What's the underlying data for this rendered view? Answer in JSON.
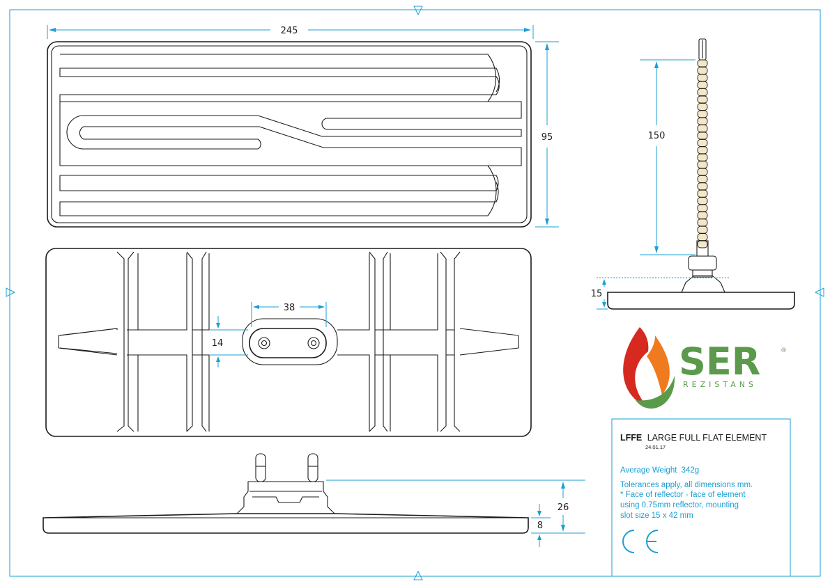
{
  "drawing": {
    "dimensions": {
      "length": "245",
      "width": "95",
      "stem_height": "150",
      "base_height": "15",
      "slot_length": "38",
      "slot_width": "14",
      "total_height": "26",
      "plate_thickness": "8"
    }
  },
  "logo": {
    "brand": "SER",
    "subtitle": "REZISTANS",
    "registered": "®",
    "colors": {
      "green": "#5a9a4a",
      "red": "#d6291f",
      "orange": "#f07a1e"
    }
  },
  "title_block": {
    "code": "LFFE",
    "name": "LARGE FULL FLAT ELEMENT",
    "date": "24.01.17",
    "weight_label": "Average Weight",
    "weight_value": "342g",
    "notes": [
      "Tolerances apply, all dimensions mm.",
      "* Face of reflector - face of element",
      "using 0.75mm reflector, mounting",
      "slot size 15 x 42 mm"
    ],
    "mark": "CE"
  },
  "colors": {
    "frame": "#1a9fd4",
    "ink": "#1b1b1b"
  }
}
